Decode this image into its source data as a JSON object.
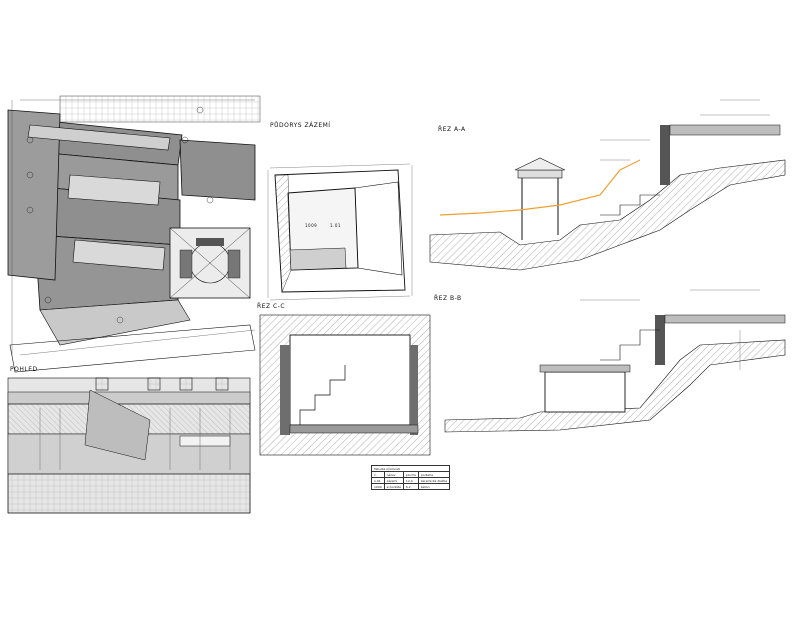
{
  "views": {
    "plan_title": "PŮDORYS ZÁZEMÍ",
    "section_aa_title": "ŘEZ A-A",
    "section_bb_title": "ŘEZ B-B",
    "section_cc_title": "ŘEZ C-C",
    "elevation_title": "POHLED",
    "plan_room_a": "1009",
    "plan_room_b": "1.01"
  },
  "colors": {
    "line": "#1a1a1a",
    "hatch": "#8c8c8c",
    "fill_dark": "#8f8f8f",
    "fill_light": "#d9d9d9",
    "accent_orange": "#f0a030"
  },
  "legend_table": {
    "title": "Tabulka místností",
    "headers": [
      "č.",
      "název",
      "plocha",
      "podlaha"
    ],
    "rows": [
      [
        "1.01",
        "zázemí",
        "12,4",
        "keramická dlažba"
      ],
      [
        "1009",
        "schodiště",
        "6,2",
        "beton"
      ]
    ]
  }
}
